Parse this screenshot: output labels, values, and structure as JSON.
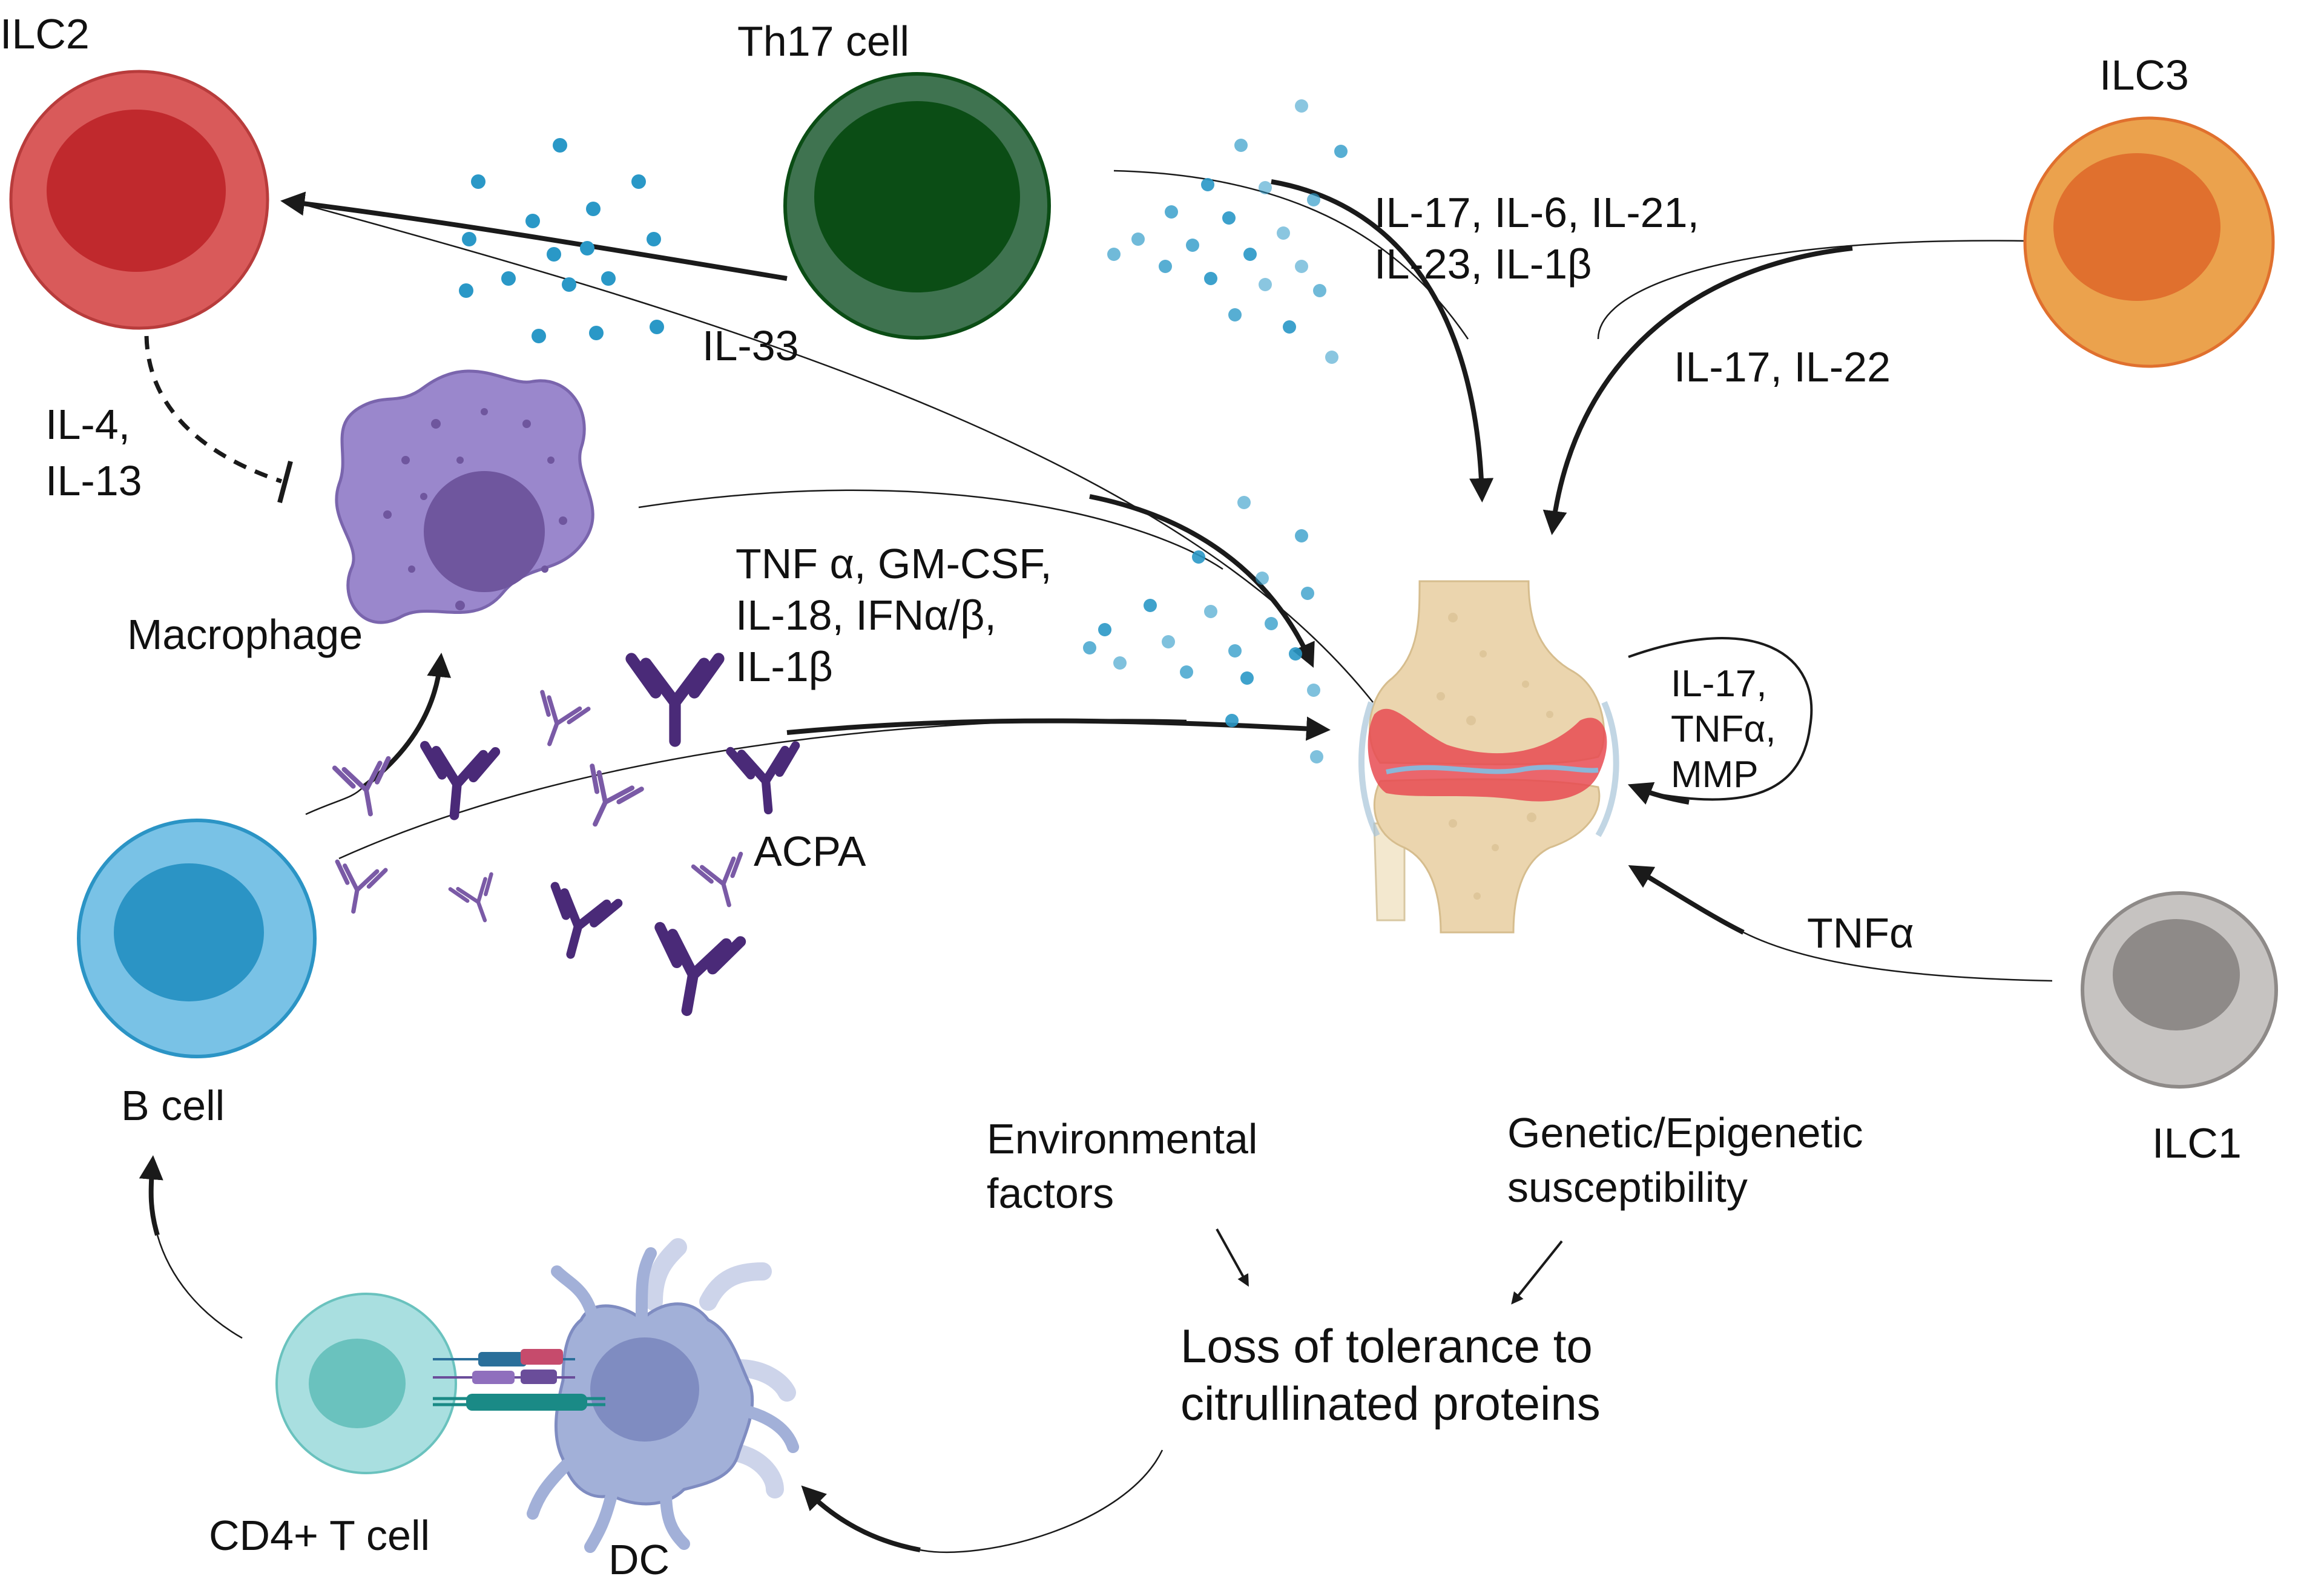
{
  "labels": {
    "ilc2": "ILC2",
    "th17": "Th17 cell",
    "ilc3": "ILC3",
    "macrophage": "Macrophage",
    "bcell": "B cell",
    "ilc1": "ILC1",
    "cd4": "CD4+ T cell",
    "dc": "DC",
    "acpa": "ACPA",
    "il33": "IL-33",
    "il4_l1": "IL-4,",
    "il4_l2": "IL-13",
    "th17_cyt_l1": "IL-17, IL-6, IL-21,",
    "th17_cyt_l2": "IL-23, IL-1β",
    "ilc3_cyt": "IL-17, IL-22",
    "mac_cyt_l1": "TNF α, GM-CSF,",
    "mac_cyt_l2": "IL-18, IFNα/β,",
    "mac_cyt_l3": "IL-1β",
    "self_l1": "IL-17,",
    "self_l2": "TNFα,",
    "self_l3": "MMP",
    "ilc1_cyt": "TNFα",
    "env_l1": "Environmental",
    "env_l2": "factors",
    "gen_l1": "Genetic/Epigenetic",
    "gen_l2": "susceptibility",
    "loss_l1": "Loss of tolerance to",
    "loss_l2": "citrullinated proteins"
  },
  "colors": {
    "ilc2_outer": "#d95a5a",
    "ilc2_inner": "#c0292d",
    "th17_outer": "#3f7350",
    "th17_inner": "#0b4d15",
    "ilc3_outer": "#eba24d",
    "ilc3_inner": "#e0702e",
    "macrophage_outer": "#9a87cc",
    "macrophage_inner": "#6f569e",
    "bcell_outer": "#79c2e6",
    "bcell_inner": "#2b94c5",
    "ilc1_outer": "#c6c3c1",
    "ilc1_inner": "#8e8a88",
    "cd4_outer": "#a9dfe0",
    "cd4_inner": "#6ac2be",
    "dc_outer": "#a2b0d8",
    "dc_inner": "#7f8cc1",
    "cytokine": "#2a98c7",
    "antibody": "#4a2a78",
    "bone": "#ebd5ae",
    "inflamed": "#e74b52"
  }
}
